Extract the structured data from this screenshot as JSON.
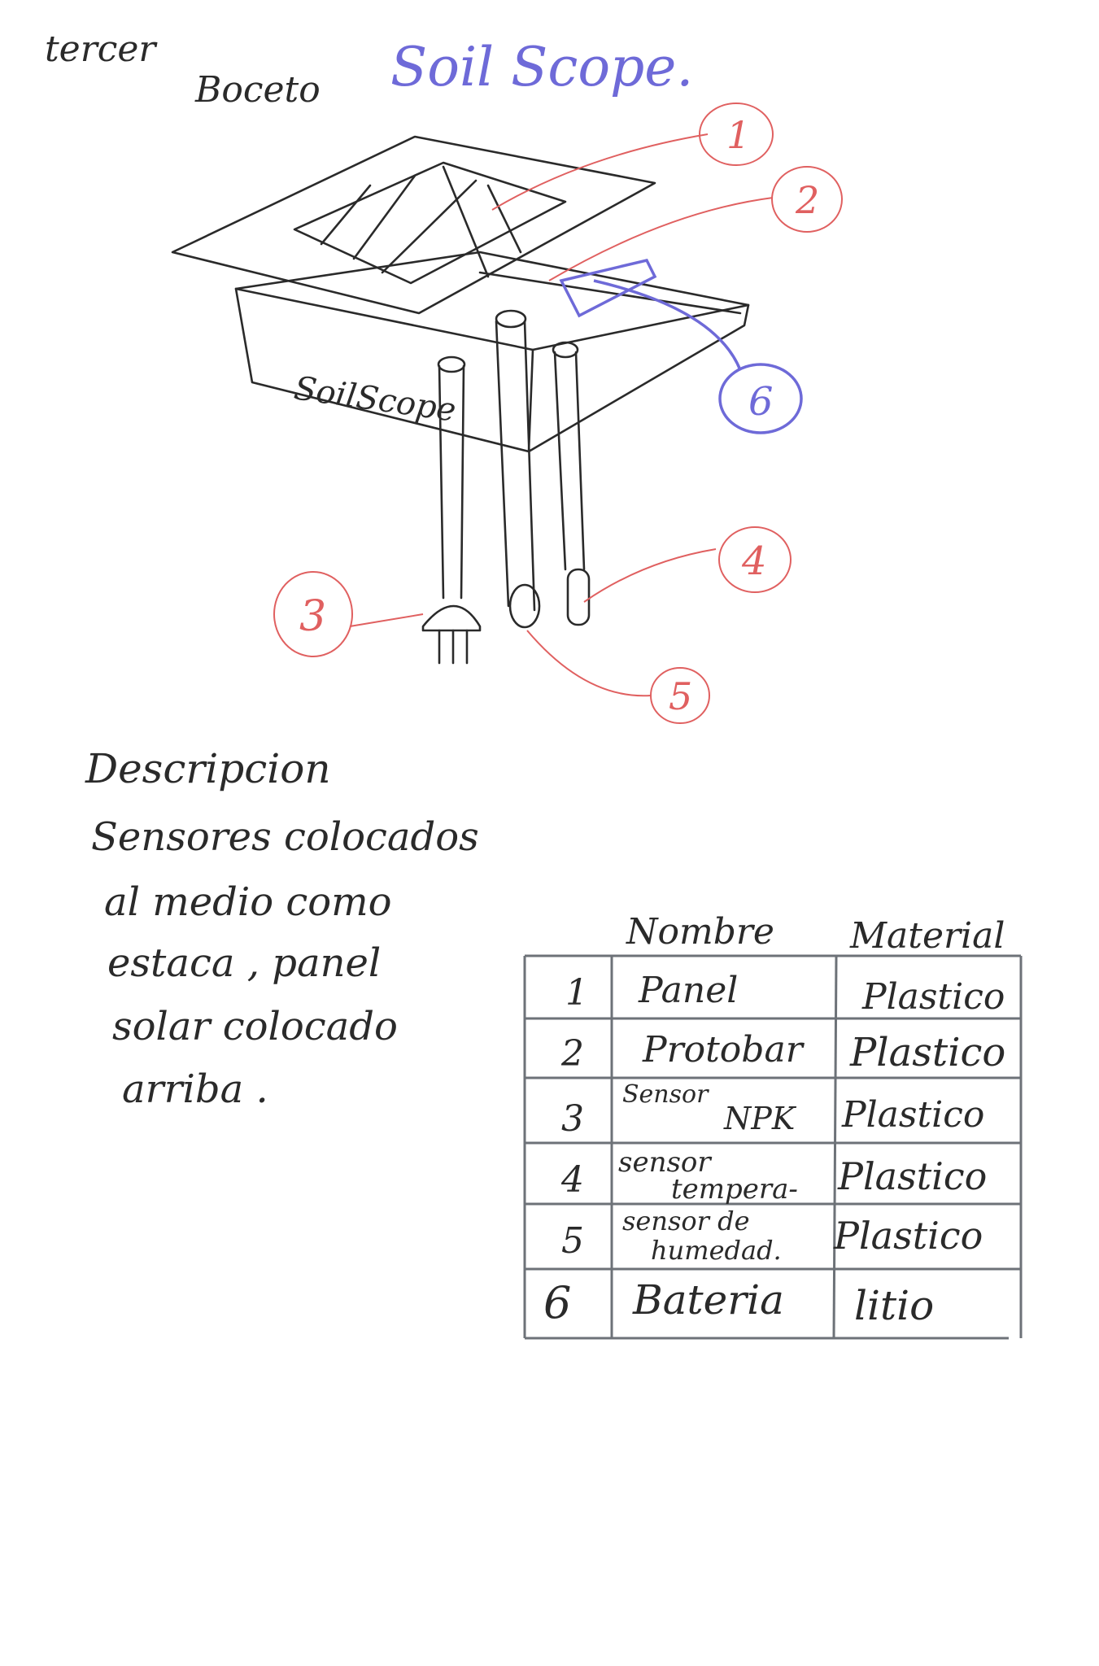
{
  "header": {
    "draft_line1": "tercer",
    "draft_line2": "Boceto",
    "title": "Soil Scope."
  },
  "device": {
    "body_label": "SoilScope"
  },
  "callouts": [
    "1",
    "2",
    "3",
    "4",
    "5",
    "6"
  ],
  "description": {
    "heading": "Descripcion",
    "lines": [
      "Sensores colocados",
      "al medio como",
      "estaca , panel",
      "solar colocado",
      "arriba ."
    ]
  },
  "parts_table": {
    "headers": [
      "Nombre",
      "Material"
    ],
    "rows": [
      {
        "num": "1",
        "name": "Panel",
        "name2": "",
        "material": "Plastico"
      },
      {
        "num": "2",
        "name": "Protobar",
        "name2": "",
        "material": "Plastico"
      },
      {
        "num": "3",
        "name": "Sensor",
        "name2": "NPK",
        "material": "Plastico"
      },
      {
        "num": "4",
        "name": "sensor",
        "name2": "tempera-",
        "material": "Plastico"
      },
      {
        "num": "5",
        "name": "sensor de",
        "name2": "humedad.",
        "material": "Plastico"
      },
      {
        "num": "6",
        "name": "Bateria",
        "name2": "",
        "material": "litio"
      }
    ]
  },
  "colors": {
    "ink": "#2a2a2a",
    "callout_red": "#e06060",
    "title_blue": "#6e6ad8",
    "table_gray": "#6d7278"
  }
}
